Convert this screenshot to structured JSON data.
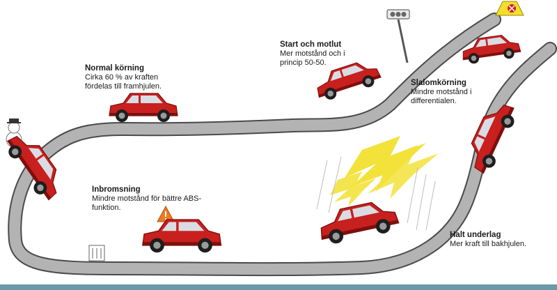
{
  "colors": {
    "road": "#b3b3b3",
    "road_edge": "#4a4a4a",
    "car_body": "#c8201e",
    "car_dark": "#7e0f0e",
    "car_glass": "#d9dde3",
    "wheel": "#1e1e1e",
    "rim": "#9a9a9a",
    "lightning": "#f2e23a",
    "warning": "#f07a1f",
    "bottom_bar": "#6a9aa8"
  },
  "icons": [
    "snowman-icon",
    "traffic-light-icon",
    "warning-sign-icon",
    "lightning-icon",
    "pedestrian-crossing-icon",
    "skid-warning-icon"
  ],
  "sections": [
    {
      "id": "normal",
      "title": "Normal körning",
      "text": "Cirka 60 %  av kraften\nfördelas till framhjulen."
    },
    {
      "id": "start",
      "title": "Start och motlut",
      "text": "Mer motstånd och i\nprincip 50-50."
    },
    {
      "id": "slalom",
      "title": "Slalomkörning",
      "text": "Mindre motstånd i\ndifferentialen."
    },
    {
      "id": "brake",
      "title": "Inbromsning",
      "text": "Mindre motstånd för bättre ABS-\nfunktion."
    },
    {
      "id": "slippery",
      "title": "Halt underlag",
      "text": "Mer kraft till bakhjulen."
    }
  ]
}
